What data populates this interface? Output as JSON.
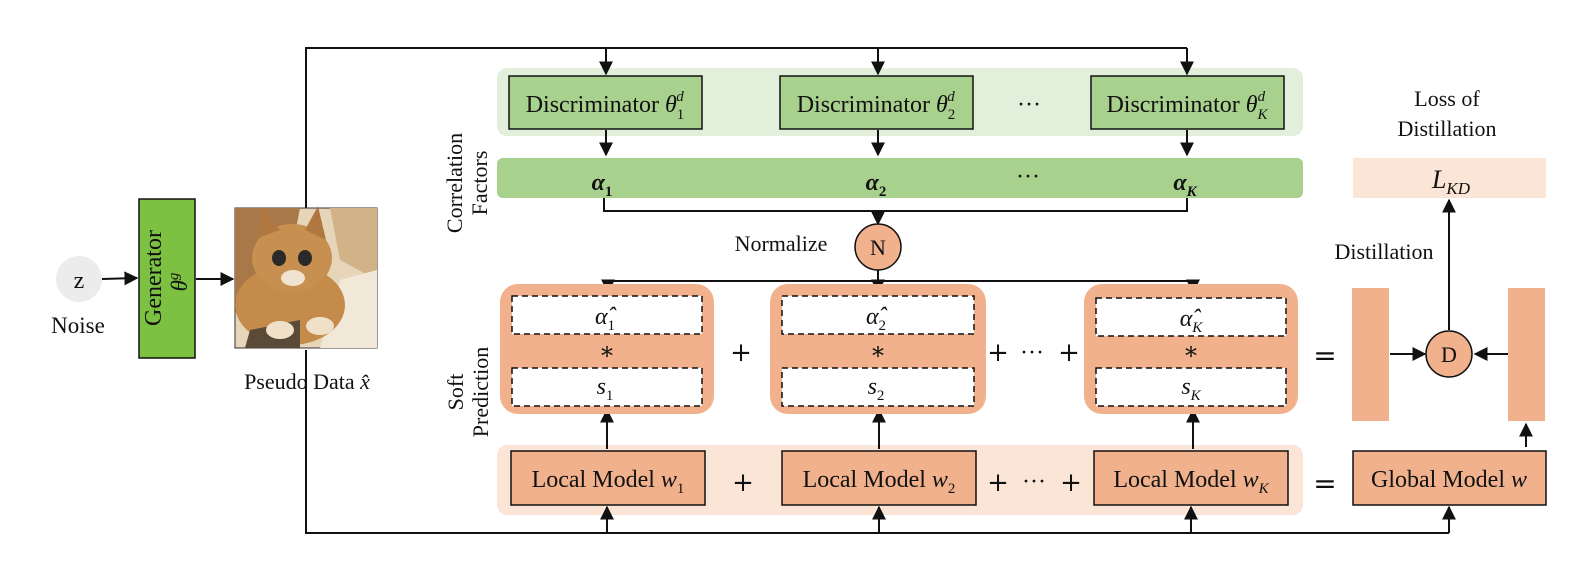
{
  "noise": {
    "symbol": "z",
    "label": "Noise"
  },
  "generator": {
    "name": "Generator",
    "param": "θ",
    "param_sup": "g"
  },
  "pseudo_data": {
    "label": "Pseudo Data",
    "symbol": "x̂"
  },
  "discriminators": [
    {
      "label": "Discriminator",
      "sym": "θ",
      "sub": "1",
      "sup": "d"
    },
    {
      "label": "Discriminator",
      "sym": "θ",
      "sub": "2",
      "sup": "d"
    },
    {
      "label": "Discriminator",
      "sym": "θ",
      "sub": "K",
      "sup": "d"
    }
  ],
  "correlation": {
    "label_line1": "Correlation",
    "label_line2": "Factors",
    "factors": [
      {
        "sym": "α",
        "sub": "1"
      },
      {
        "sym": "α",
        "sub": "2"
      },
      {
        "sym": "α",
        "sub": "K"
      }
    ]
  },
  "ellipsis": "···",
  "normalize": {
    "label": "Normalize",
    "node": "N"
  },
  "soft_prediction": {
    "label_line1": "Soft",
    "label_line2": "Prediction",
    "groups": [
      {
        "alpha_sym": "α̂",
        "alpha_sub": "1",
        "op": "*",
        "s_sym": "s",
        "s_sub": "1"
      },
      {
        "alpha_sym": "α̂",
        "alpha_sub": "2",
        "op": "*",
        "s_sym": "s",
        "s_sub": "2"
      },
      {
        "alpha_sym": "α̂",
        "alpha_sub": "K",
        "op": "*",
        "s_sym": "s",
        "s_sub": "K"
      }
    ]
  },
  "local_models": [
    {
      "label": "Local Model",
      "sym": "w",
      "sub": "1"
    },
    {
      "label": "Local Model",
      "sym": "w",
      "sub": "2"
    },
    {
      "label": "Local Model",
      "sym": "w",
      "sub": "K"
    }
  ],
  "global_model": {
    "label": "Global Model",
    "sym": "w"
  },
  "operators": {
    "plus": "+",
    "equals": "="
  },
  "distillation": {
    "label": "Distillation",
    "node": "D",
    "loss_title_line1": "Loss of",
    "loss_title_line2": "Distillation",
    "loss_sym": "L",
    "loss_sub": "KD"
  },
  "colors": {
    "generator_fill": "#7dc142",
    "discriminator_fill": "#a9d18e",
    "discriminator_band": "#e2efda",
    "factor_band": "#a9d18e",
    "orange": "#f0b18c",
    "orange_band": "#fbe5d6",
    "orange_dark": "#e8a87c"
  }
}
